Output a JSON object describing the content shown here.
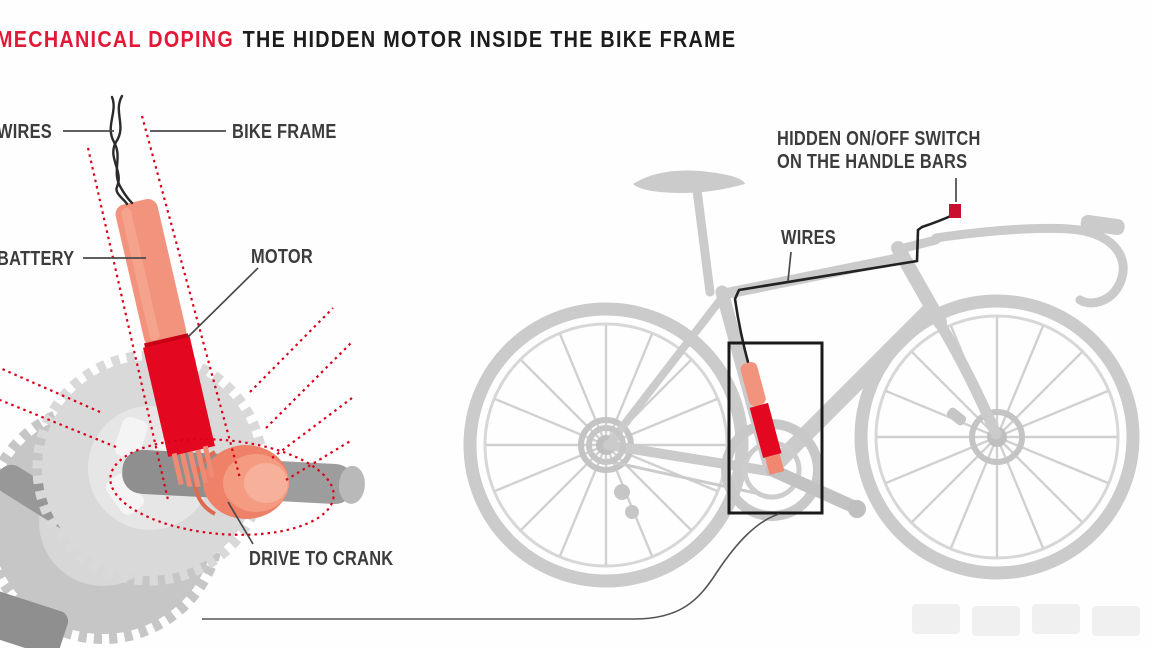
{
  "title": {
    "accent": "MECHANICAL DOPING",
    "rest": "THE HIDDEN MOTOR INSIDE THE BIKE FRAME"
  },
  "detail_view": {
    "wires_label": "WIRES",
    "bike_frame_label": "BIKE FRAME",
    "battery_label": "BATTERY",
    "motor_label": "MOTOR",
    "drive_to_crank_label": "DRIVE TO CRANK"
  },
  "bike_view": {
    "switch_label_line1": "HIDDEN ON/OFF SWITCH",
    "switch_label_line2": "ON THE HANDLE BARS",
    "wires_label": "WIRES"
  },
  "colors": {
    "accent_red": "#E31837",
    "motor_red": "#E30820",
    "battery_salmon": "#F2937E",
    "switch_red": "#C8102E",
    "dotted_red": "#DB0019",
    "bike_gray": "#C9C9C9",
    "label_gray": "#3C3C3C"
  }
}
